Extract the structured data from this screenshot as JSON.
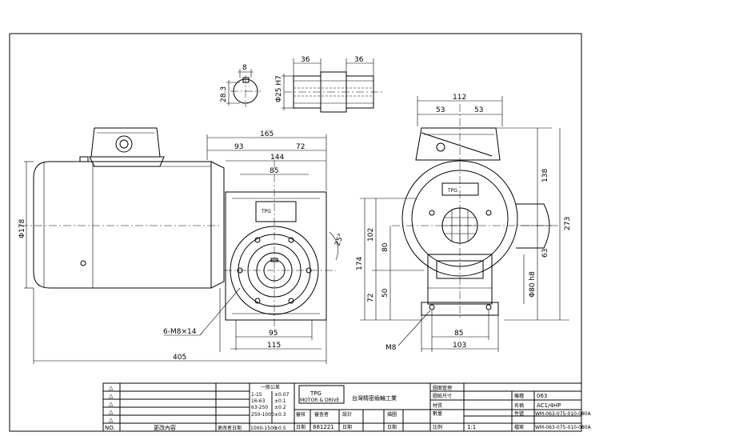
{
  "dimensions": {
    "key_width": "8",
    "key_height": "28.3",
    "shaft_dia": "Φ25 H7",
    "shaft_left": "36",
    "shaft_right": "36",
    "overall_width": "165",
    "width_93": "93",
    "width_72": "72",
    "width_144": "144",
    "width_85_top": "85",
    "motor_dia": "Φ178",
    "angle": "25°",
    "height_174": "174",
    "holes": "6-M8×14",
    "width_95": "95",
    "width_115": "115",
    "length_405": "405",
    "side_112": "112",
    "side_53a": "53",
    "side_53b": "53",
    "height_102": "102",
    "height_80": "80",
    "height_50": "50",
    "height_72": "72",
    "height_138": "138",
    "height_273": "273",
    "height_63": "63",
    "flange_dia": "Φ80 h8",
    "side_85": "85",
    "side_103": "103",
    "m8": "M8"
  },
  "logo_text": "TPG",
  "logo_sub": "MOTOR & DRIVE",
  "title_block": {
    "company": "台灣精密齒輪工業",
    "revision_symbol": "△",
    "col_no": "NO.",
    "col_content": "更改內容",
    "col_date": "更改者日期",
    "tolerance_header": "一般公差",
    "tol_rows": [
      {
        "range": "1-15",
        "val": "±0.07"
      },
      {
        "range": "16-63",
        "val": "±0.1"
      },
      {
        "range": "63-250",
        "val": "±0.2"
      },
      {
        "range": "250-1000",
        "val": "±0.3"
      },
      {
        "range": "1000-1500",
        "val": "±0.5"
      }
    ],
    "approve": "審核",
    "check": "審查者",
    "design": "設計",
    "date_label": "日期",
    "date_value": "881221",
    "draw_label": "描圖",
    "draw_date": "日期",
    "code_mgmt": "圖面管理",
    "sheet_size": "圖紙尺寸",
    "material": "材質",
    "quantity": "數量",
    "scale_label": "比例",
    "scale_value": "1:1",
    "model_label": "機種",
    "model_value": "063",
    "name_label": "名稱",
    "name_value": "AC1/4HP",
    "part_label": "件號",
    "part_value": "WM-063-075-010-080A",
    "file_label": "檔案",
    "file_value": "WM-063-075-010-080A"
  }
}
